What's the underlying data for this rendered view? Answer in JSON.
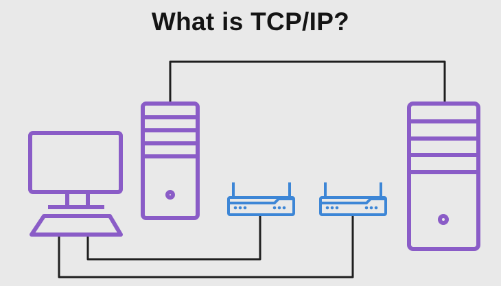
{
  "title": "What is TCP/IP?",
  "colors": {
    "background": "#e9e9e9",
    "device": "#8a5cc7",
    "router": "#3d86d6",
    "wire": "#1f1f1f",
    "title": "#141414"
  },
  "nodes": [
    {
      "id": "computer",
      "icon": "desktop-computer-icon"
    },
    {
      "id": "server-left",
      "icon": "server-tower-icon"
    },
    {
      "id": "router-left",
      "icon": "router-icon"
    },
    {
      "id": "router-right",
      "icon": "router-icon"
    },
    {
      "id": "server-right",
      "icon": "server-tower-icon"
    }
  ],
  "connections": [
    {
      "from": "server-left",
      "to": "server-right"
    },
    {
      "from": "computer",
      "to": "router-left"
    },
    {
      "from": "computer",
      "to": "router-right"
    }
  ]
}
